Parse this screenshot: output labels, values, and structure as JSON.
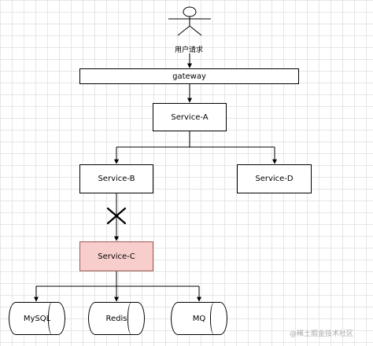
{
  "actor": {
    "label": "用户请求"
  },
  "gateway": {
    "label": "gateway"
  },
  "services": {
    "a": "Service-A",
    "b": "Service-B",
    "c": "Service-C",
    "d": "Service-D"
  },
  "stores": {
    "mysql": "MySQL",
    "redis": "Redis",
    "mq": "MQ"
  },
  "colors": {
    "line": "#000000",
    "highlight_fill": "#f8cecc",
    "highlight_border": "#9e5a57",
    "grid": "#e6e6e6"
  },
  "watermark": {
    "text": "@稀土掘金技术社区"
  }
}
